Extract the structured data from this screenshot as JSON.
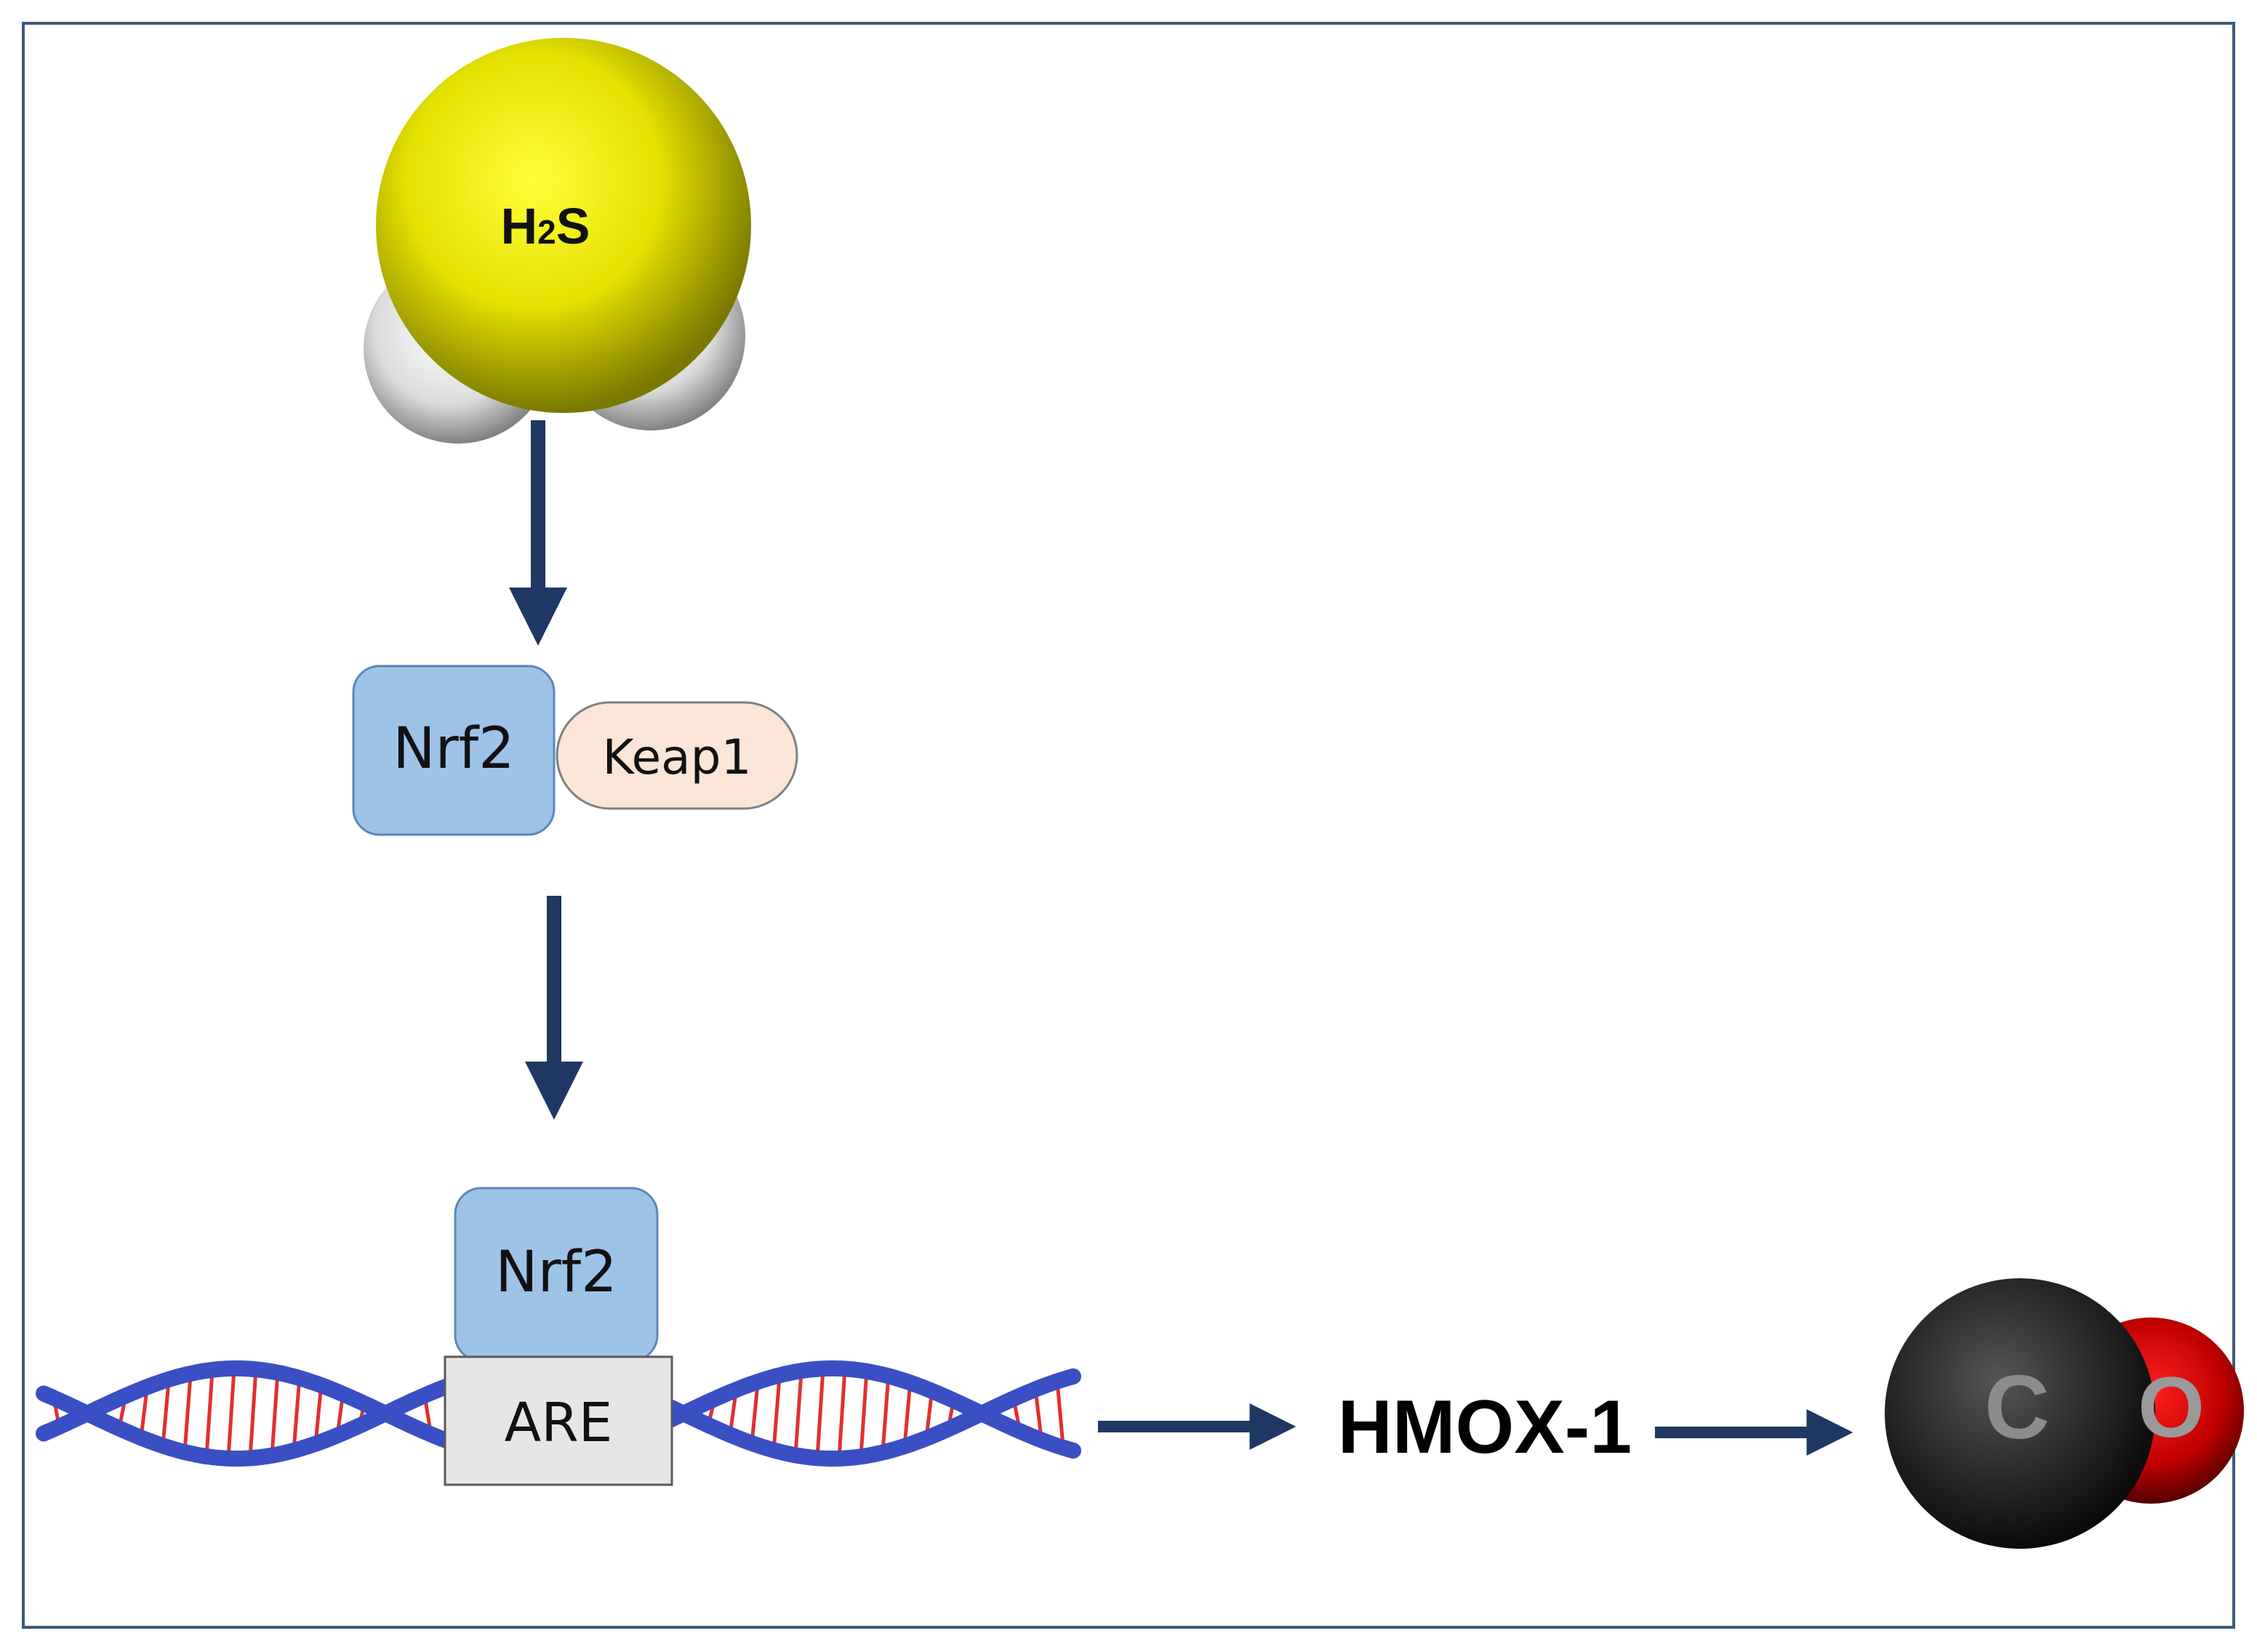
{
  "molecules": {
    "h2s": {
      "formula": "H",
      "subscript": "2",
      "formula_tail": "S"
    },
    "co": {
      "carbon": "C",
      "oxygen": "O"
    }
  },
  "complex": {
    "nrf2_label": "Nrf2",
    "keap1_label": "Keap1"
  },
  "dna_binding": {
    "nrf2_label": "Nrf2",
    "are_label": "ARE"
  },
  "gene": {
    "label": "HMOX-1"
  },
  "colors": {
    "arrow": "#1f3864",
    "nrf2_fill": "#9dc3e6",
    "nrf2_stroke": "#5b87b8",
    "keap1_fill": "#fbe5d6",
    "keap1_stroke": "#7f7f7f",
    "are_fill": "#e7e6e6",
    "dna_backbone": "#3a4fc4",
    "dna_rungs": "#e03030",
    "sulfur": "#e4e000",
    "carbon": "#2a2a2a",
    "oxygen": "#cc0000",
    "border": "#3b5a78"
  }
}
